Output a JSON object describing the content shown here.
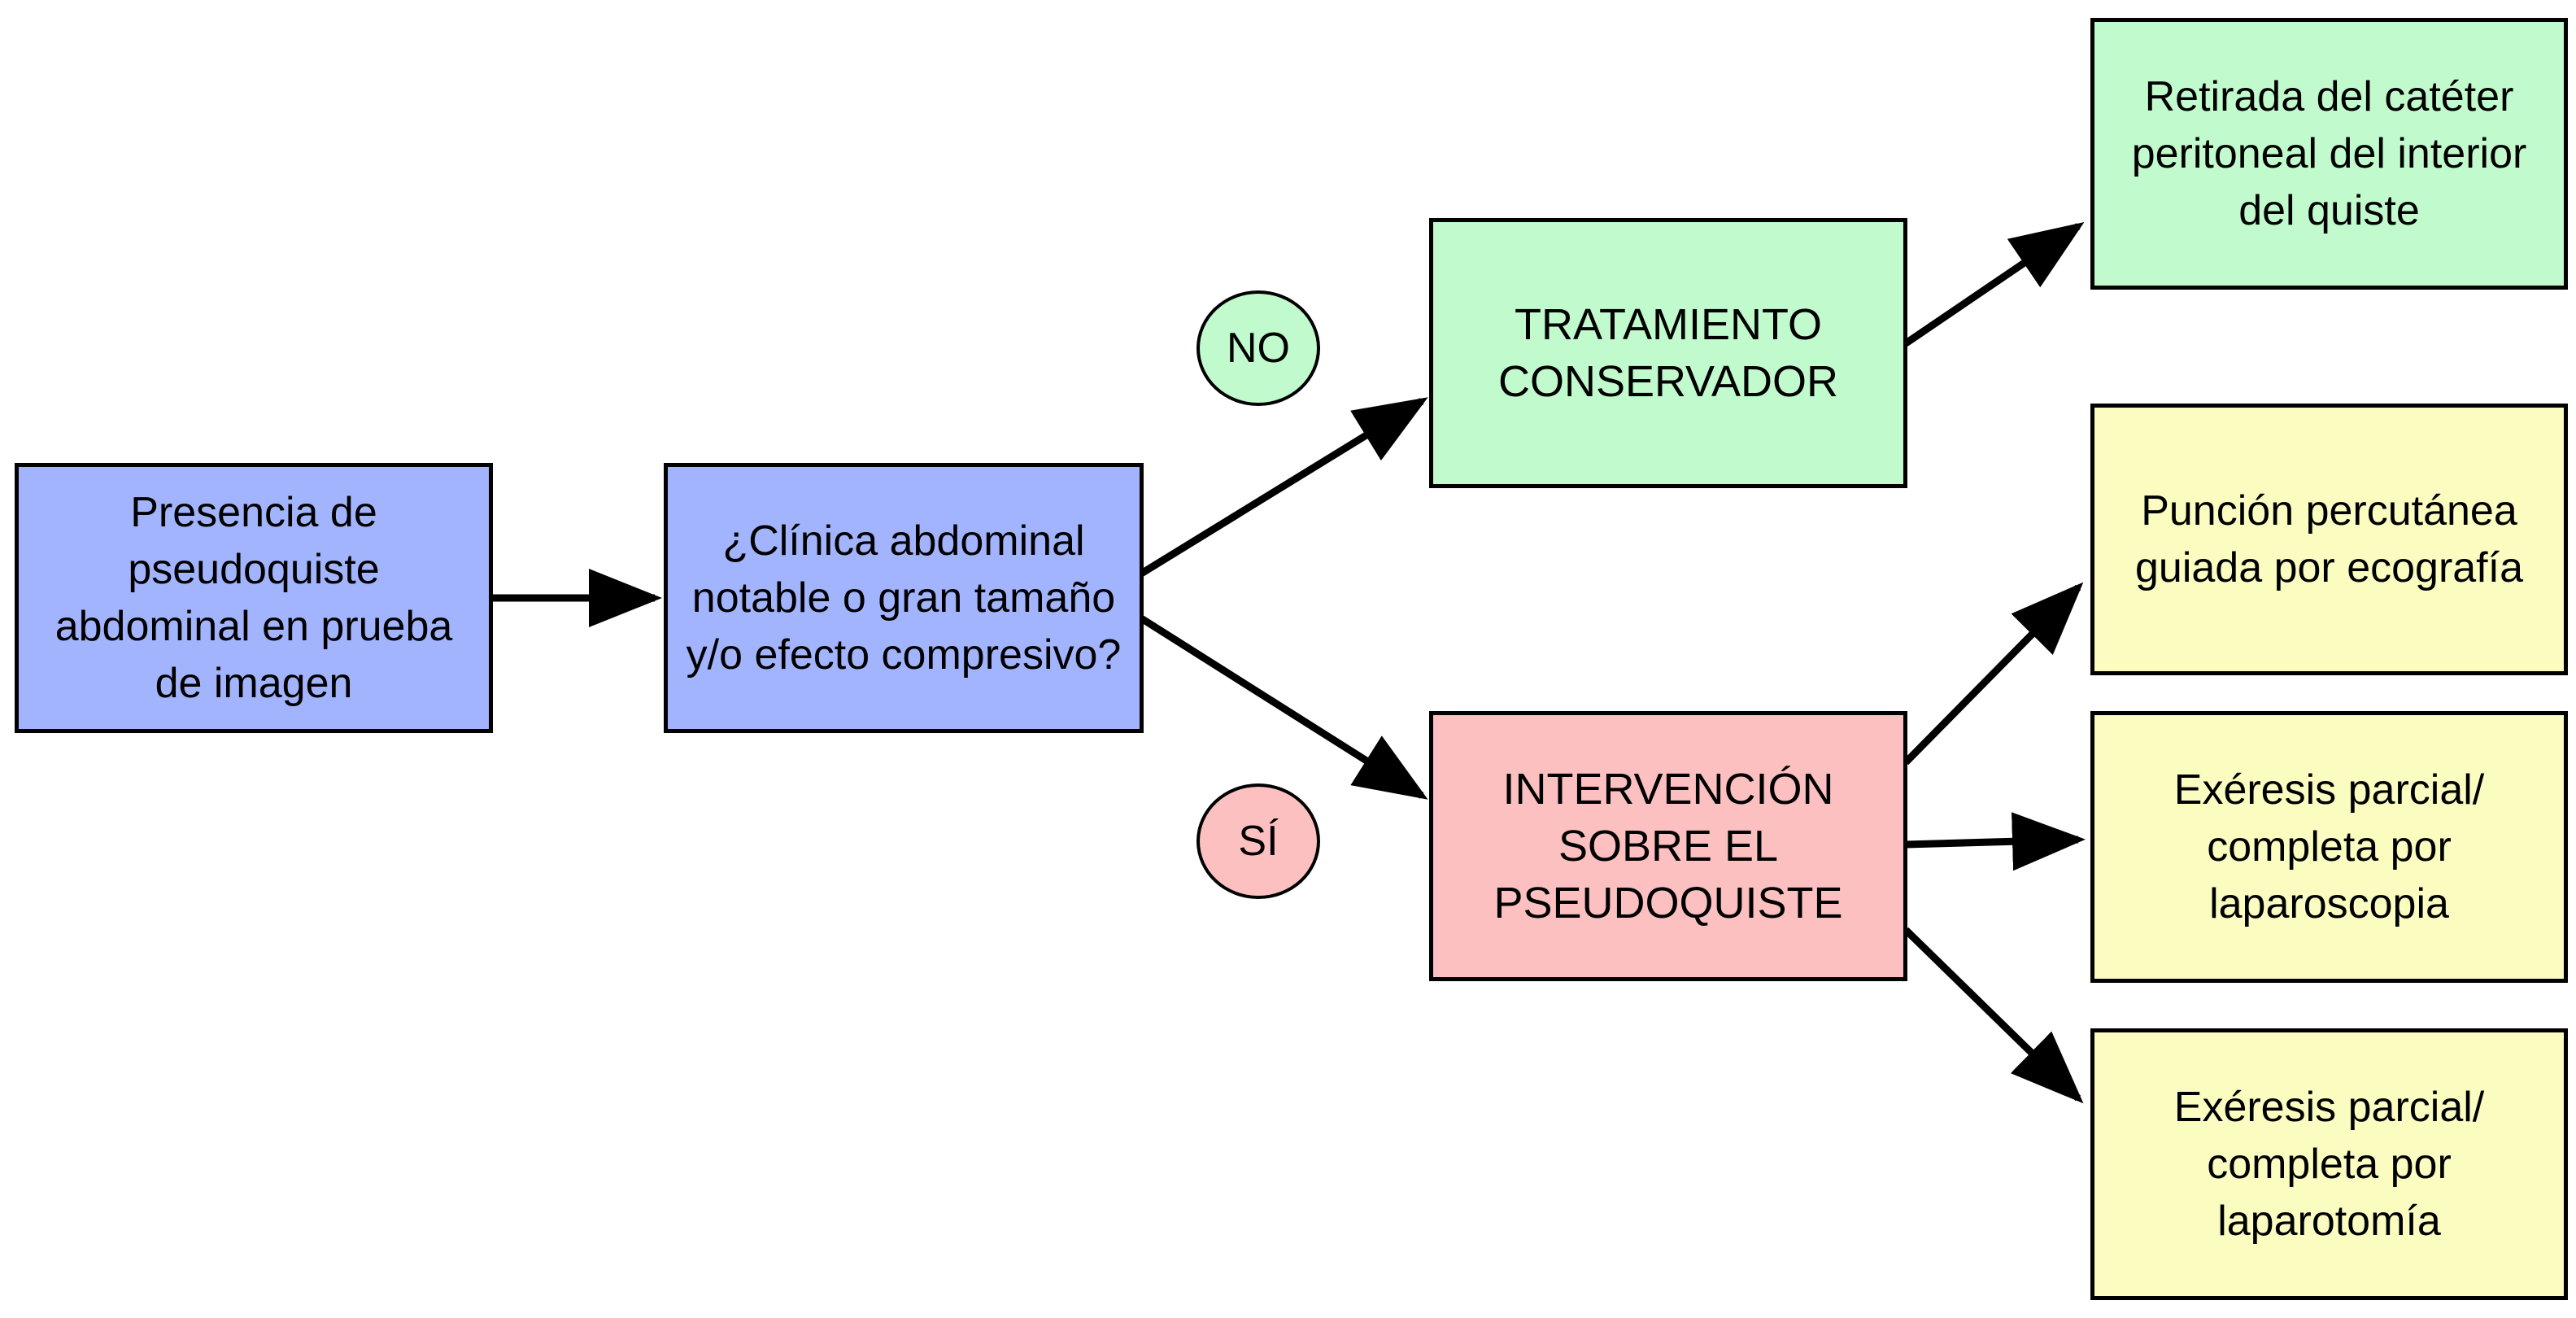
{
  "diagram": {
    "nodes": {
      "start": "Presencia de pseudoquiste abdominal en prueba de imagen",
      "question": "¿Clínica abdominal notable o gran tamaño y/o efecto compresivo?",
      "conservative": "TRATAMIENTO CONSERVADOR",
      "intervention": "INTERVENCIÓN SOBRE EL PSEUDOQUISTE",
      "catheter_removal": "Retirada del catéter peritoneal del interior del quiste",
      "puncture": "Punción percutánea guiada por ecografía",
      "laparoscopy": "Exéresis parcial/ completa por laparoscopia",
      "laparotomy": "Exéresis parcial/ completa por laparotomía"
    },
    "branch_labels": {
      "no": "NO",
      "yes": "SÍ"
    },
    "colors": {
      "blue": "#a2b4fd",
      "green": "#c1fbcd",
      "pink": "#fcc0c0",
      "yellow": "#fafcc0"
    }
  }
}
